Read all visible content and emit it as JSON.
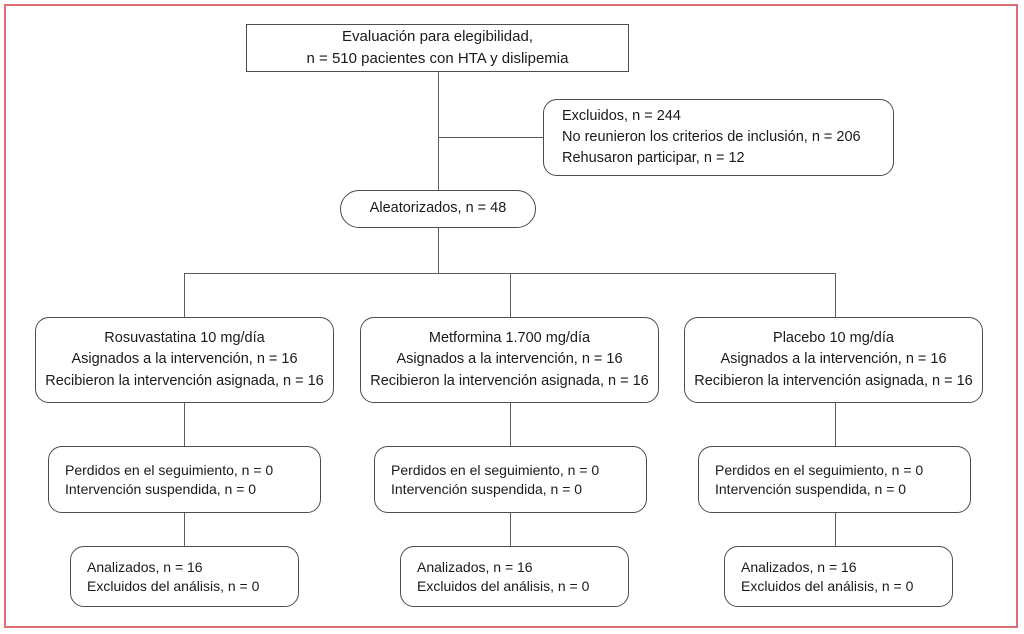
{
  "figure": {
    "type": "consort-flow-diagram",
    "language": "es",
    "frame_color": "#dd6d74",
    "box_border_color": "#4d4d4d",
    "connector_color": "#5c5c5c"
  },
  "eligibility": {
    "line1": "Evaluación para elegibilidad,",
    "line2": "n = 510 pacientes con HTA y dislipemia"
  },
  "excluded": {
    "line1": "Excluidos, n = 244",
    "line2": "No reunieron los criterios de inclusión, n = 206",
    "line3": "Rehusaron participar, n = 12"
  },
  "randomized": {
    "label": "Aleatorizados, n = 48"
  },
  "arms": [
    {
      "title": "Rosuvastatina 10 mg/día",
      "assigned": "Asignados a la intervención, n = 16",
      "received": "Recibieron la intervención asignada, n = 16",
      "lost": "Perdidos en el seguimiento, n = 0",
      "discontinued": "Intervención suspendida, n = 0",
      "analyzed": "Analizados, n = 16",
      "excluded_analysis": "Excluidos del análisis, n = 0"
    },
    {
      "title": "Metformina 1.700 mg/día",
      "assigned": "Asignados a la intervención, n = 16",
      "received": "Recibieron la intervención asignada, n = 16",
      "lost": "Perdidos en el seguimiento, n = 0",
      "discontinued": "Intervención suspendida, n = 0",
      "analyzed": "Analizados, n = 16",
      "excluded_analysis": "Excluidos del análisis, n = 0"
    },
    {
      "title": "Placebo 10 mg/día",
      "assigned": "Asignados a la intervención, n = 16",
      "received": "Recibieron la intervención asignada, n = 16",
      "lost": "Perdidos en el seguimiento, n = 0",
      "discontinued": "Intervención suspendida, n = 0",
      "analyzed": "Analizados, n = 16",
      "excluded_analysis": "Excluidos del análisis, n = 0"
    }
  ]
}
